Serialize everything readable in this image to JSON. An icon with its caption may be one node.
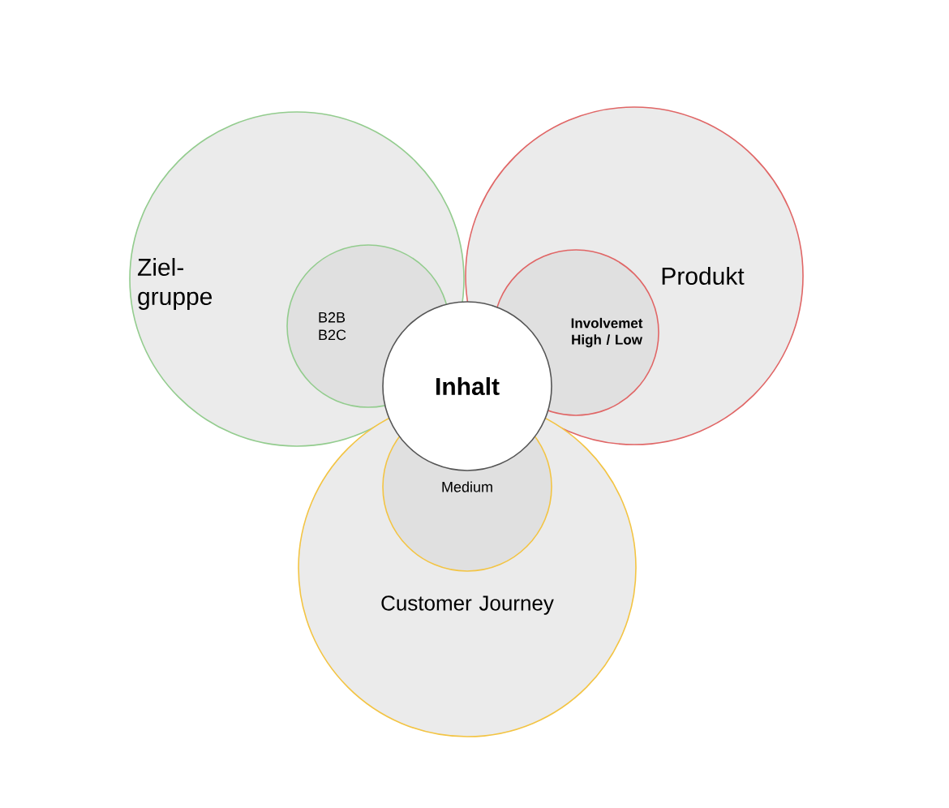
{
  "diagram": {
    "nodes": [
      {
        "text": [
          "Ziel- gruppe"
        ]
      },
      {
        "text": [
          "B2B B2C"
        ],
        "in": 0
      },
      {
        "text": [
          "Produkt"
        ]
      },
      {
        "text": [
          "Involvemet High / Low"
        ],
        "in": 2
      },
      {
        "text": [
          "Customer Journey"
        ]
      },
      {
        "text": [
          "Medium"
        ],
        "in": 4
      },
      {
        "text": [
          "Inhalt"
        ]
      }
    ]
  }
}
